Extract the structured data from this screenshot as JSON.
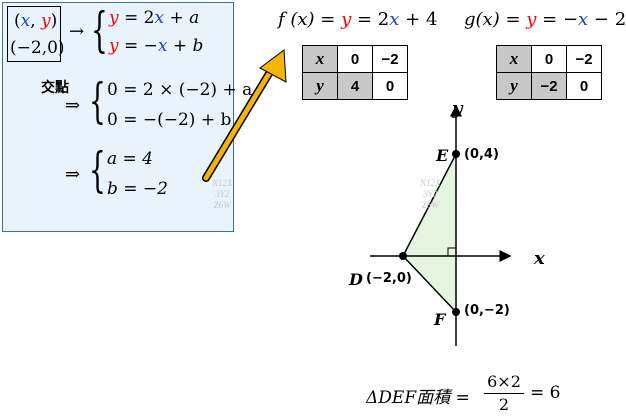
{
  "solution": {
    "point": {
      "x": "x",
      "comma": ",",
      "y": "y",
      "open": "(",
      "close": ")"
    },
    "given_point": "(−2,0)",
    "arrow": "→",
    "eq1": {
      "lhs": "y",
      "rest": " = 2",
      "var": "x",
      "tail": " + a"
    },
    "eq2": {
      "lhs": "y",
      "mid": " = −",
      "var": "x",
      "tail": " + b"
    },
    "intersect_label": "交點",
    "implies": "⇒",
    "sub1": "0 = 2 × (−2) + a",
    "sub2": "0 = −(−2) + b",
    "res1": "a = 4",
    "res2": "b = −2"
  },
  "functions": {
    "f": {
      "name": "f (x) = ",
      "y": "y",
      "eq": " = 2",
      "var": "x",
      "tail": " + 4"
    },
    "g": {
      "name": "g(x) = ",
      "y": "y",
      "eq": " = −",
      "var": "x",
      "tail": " − 2"
    }
  },
  "table_f": {
    "x_label": "x",
    "y_label": "y",
    "x_vals": [
      "0",
      "−2"
    ],
    "y_vals": [
      "4",
      "0"
    ]
  },
  "table_g": {
    "x_label": "x",
    "y_label": "y",
    "x_vals": [
      "0",
      "−2"
    ],
    "y_vals": [
      "−2",
      "0"
    ]
  },
  "graph": {
    "x_axis_label": "x",
    "y_axis_label": "y",
    "points": {
      "E": {
        "name": "E",
        "coords": "(0,4)"
      },
      "D": {
        "name": "D",
        "coords": "(−2,0)"
      },
      "F": {
        "name": "F",
        "coords": "(0,−2)"
      }
    },
    "fill_color": "#e6f5e0",
    "line_color": "#000000"
  },
  "area": {
    "prefix": "ΔDEF面積 = ",
    "numerator": "6×2",
    "denominator": "2",
    "result": "= 6"
  },
  "watermark": [
    "N12X",
    "3Y2",
    "Z6W"
  ],
  "colors": {
    "accent_red": "#ff0000",
    "accent_blue": "#1f3fbf",
    "arrow": "#f5b400",
    "panel_bg": "#e8f3fb"
  }
}
